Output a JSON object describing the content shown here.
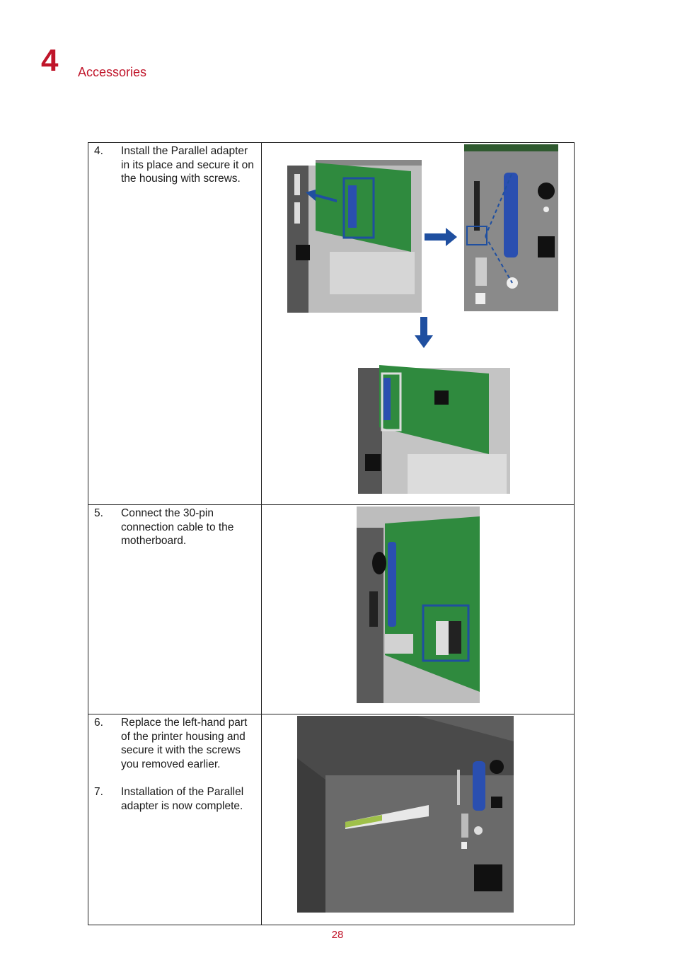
{
  "header": {
    "chapter_number": "4",
    "chapter_title": "Accessories"
  },
  "steps": [
    {
      "number": "4.",
      "text": "Install the Parallel adapter in its place and secure it on the housing with screws."
    },
    {
      "number": "5.",
      "text": "Connect the 30-pin connection cable to the motherboard."
    },
    {
      "number": "6.",
      "text": "Replace the left-hand part of the printer housing and secure it with the screws you removed earlier."
    },
    {
      "number": "7.",
      "text": "Installation of the Parallel adapter is now complete."
    }
  ],
  "footer": {
    "page_number": "28"
  },
  "colors": {
    "brand_red": "#c0152a",
    "highlight_blue": "#1f4fa0",
    "board_green": "#2f8a3e",
    "housing_gray": "#5a5a5a"
  }
}
